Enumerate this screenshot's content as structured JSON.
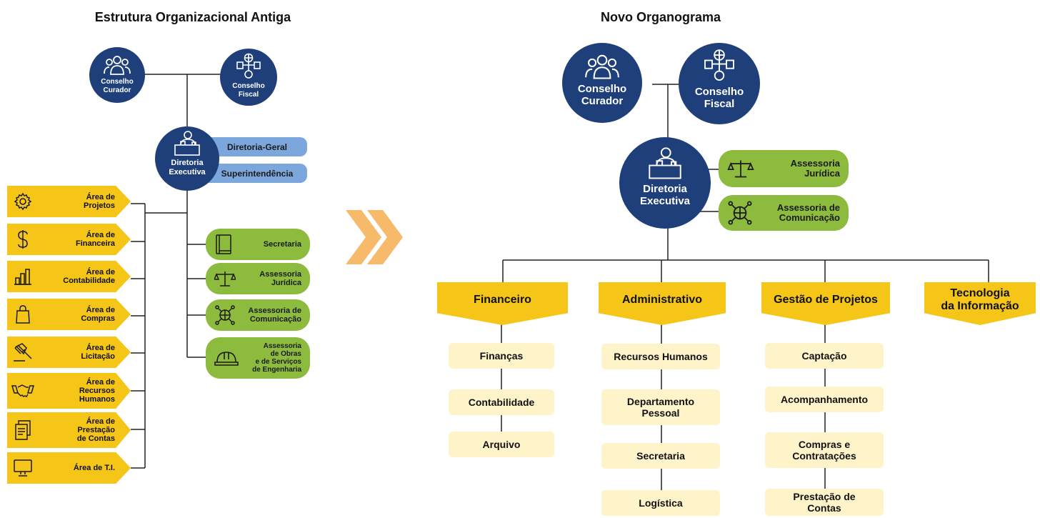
{
  "old": {
    "title": "Estrutura Organizacional Antiga",
    "councils": [
      {
        "label": "Conselho\nCurador",
        "icon": "people-group-icon"
      },
      {
        "label": "Conselho\nFiscal",
        "icon": "globe-network-icon"
      }
    ],
    "executive": {
      "label": "Diretoria\nExecutiva",
      "icon": "desk-person-icon"
    },
    "executive_units": [
      "Diretoria-Geral",
      "Superintendência"
    ],
    "advisories": [
      {
        "label": "Secretaria",
        "icon": "book-icon"
      },
      {
        "label": "Assessoria\nJurídica",
        "icon": "scales-icon"
      },
      {
        "label": "Assessoria de\nComunicação",
        "icon": "globe-network-icon"
      },
      {
        "label": "Assessoria\nde Obras\ne de Serviços\nde Engenharia",
        "icon": "hard-hat-icon"
      }
    ],
    "areas": [
      {
        "label": "Área de\nProjetos",
        "icon": "gear-icon"
      },
      {
        "label": "Área de\nFinanceira",
        "icon": "dollar-icon"
      },
      {
        "label": "Área de\nContabilidade",
        "icon": "bar-chart-icon"
      },
      {
        "label": "Área de\nCompras",
        "icon": "shopping-bag-icon"
      },
      {
        "label": "Área de\nLicitação",
        "icon": "gavel-icon"
      },
      {
        "label": "Área de\nRecursos\nHumanos",
        "icon": "handshake-icon"
      },
      {
        "label": "Área de\nPrestação\nde Contas",
        "icon": "documents-icon"
      },
      {
        "label": "Área de T.I.",
        "icon": "monitor-icon"
      }
    ]
  },
  "new": {
    "title": "Novo Organograma",
    "councils": [
      {
        "label": "Conselho\nCurador",
        "icon": "people-group-icon"
      },
      {
        "label": "Conselho\nFiscal",
        "icon": "globe-network-icon"
      }
    ],
    "executive": {
      "label": "Diretoria\nExecutiva",
      "icon": "desk-person-icon"
    },
    "advisories": [
      {
        "label": "Assessoria\nJurídica",
        "icon": "scales-icon"
      },
      {
        "label": "Assessoria de\nComunicação",
        "icon": "globe-network-icon"
      }
    ],
    "departments": [
      {
        "label": "Financeiro",
        "subs": [
          "Finanças",
          "Contabilidade",
          "Arquivo"
        ]
      },
      {
        "label": "Administrativo",
        "subs": [
          "Recursos Humanos",
          "Departamento\nPessoal",
          "Secretaria",
          "Logística"
        ]
      },
      {
        "label": "Gestão de Projetos",
        "subs": [
          "Captação",
          "Acompanhamento",
          "Compras e\nContratações",
          "Prestação de\nContas"
        ]
      },
      {
        "label": "Tecnologia\nda Informação",
        "subs": []
      }
    ]
  },
  "colors": {
    "navy": "#1f3f7a",
    "blue": "#7ba7dc",
    "green": "#8dbb3e",
    "yellow": "#f5c518",
    "cream": "#fff3c9",
    "chevron": "#f7b96a"
  }
}
